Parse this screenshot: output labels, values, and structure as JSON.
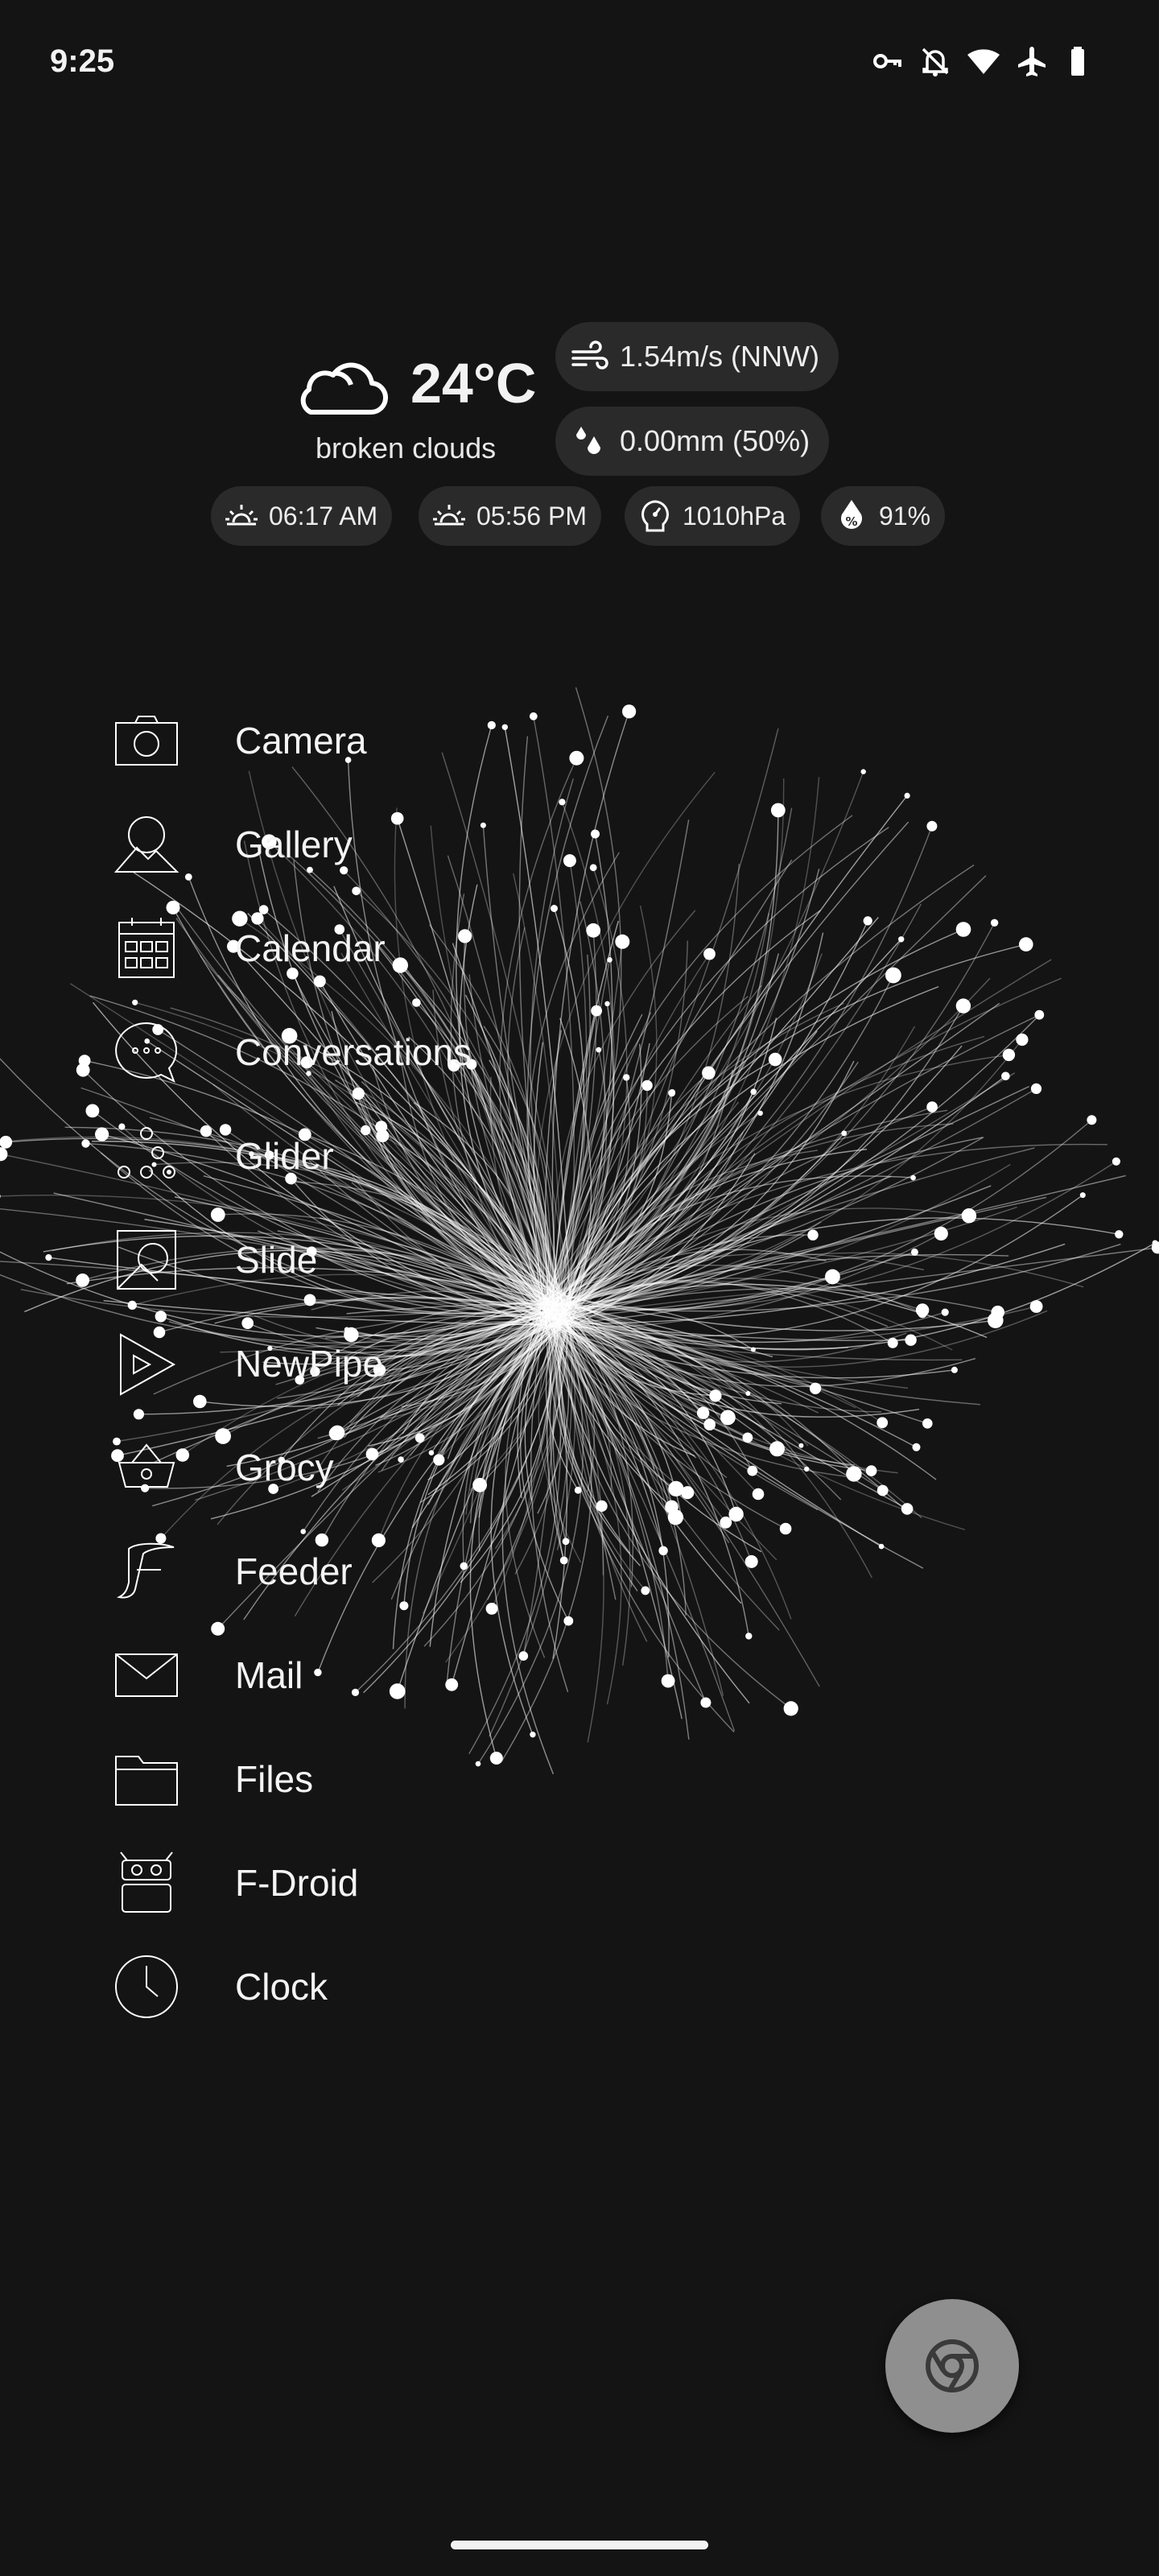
{
  "status_bar": {
    "time": "9:25",
    "icons": [
      "vpn-key-icon",
      "notifications-off-icon",
      "wifi-icon",
      "airplane-mode-icon",
      "battery-icon"
    ]
  },
  "weather": {
    "icon": "cloud-icon",
    "temperature": "24°C",
    "description": "broken clouds",
    "wind": "1.54m/s (NNW)",
    "precipitation": "0.00mm (50%)",
    "sunrise": "06:17 AM",
    "sunset": "05:56 PM",
    "pressure": "1010hPa",
    "humidity": "91%"
  },
  "apps": [
    {
      "label": "Camera",
      "icon": "camera-icon"
    },
    {
      "label": "Gallery",
      "icon": "gallery-icon"
    },
    {
      "label": "Calendar",
      "icon": "calendar-icon"
    },
    {
      "label": "Conversations",
      "icon": "chat-icon"
    },
    {
      "label": "Glider",
      "icon": "glider-icon"
    },
    {
      "label": "Slide",
      "icon": "slide-icon"
    },
    {
      "label": "NewPipe",
      "icon": "newpipe-icon"
    },
    {
      "label": "Grocy",
      "icon": "grocy-icon"
    },
    {
      "label": "Feeder",
      "icon": "feeder-icon"
    },
    {
      "label": "Mail",
      "icon": "mail-icon"
    },
    {
      "label": "Files",
      "icon": "folder-icon"
    },
    {
      "label": "F-Droid",
      "icon": "fdroid-icon"
    },
    {
      "label": "Clock",
      "icon": "clock-icon"
    }
  ],
  "fab": {
    "icon": "browser-icon"
  },
  "colors": {
    "background": "#141414",
    "pill": "#2a2a2a",
    "fab": "#8f8f8f",
    "text": "#f2f2f2"
  }
}
